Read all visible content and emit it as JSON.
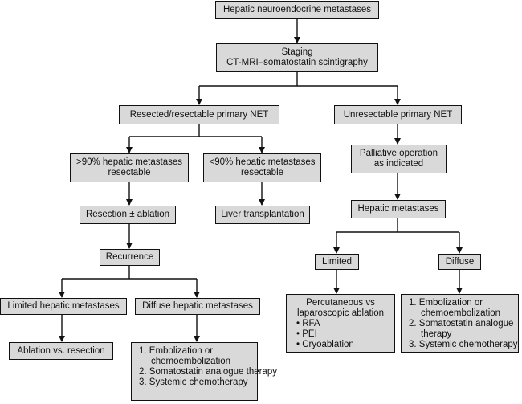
{
  "diagram": {
    "nodes": {
      "root": {
        "lines": [
          "Hepatic neuroendocrine metastases"
        ]
      },
      "staging": {
        "lines": [
          "Staging",
          "CT-MRI–somatostatin scintigraphy"
        ]
      },
      "resected": {
        "lines": [
          "Resected/resectable primary NET"
        ]
      },
      "unresectable": {
        "lines": [
          "Unresectable primary NET"
        ]
      },
      "gt90": {
        "lines": [
          ">90% hepatic metastases",
          "resectable"
        ]
      },
      "lt90": {
        "lines": [
          "<90% hepatic metastases",
          "resectable"
        ]
      },
      "palliative": {
        "lines": [
          "Palliative operation",
          "as indicated"
        ]
      },
      "resection_ablation": {
        "lines": [
          "Resection ± ablation"
        ]
      },
      "liver_transplant": {
        "lines": [
          "Liver transplantation"
        ]
      },
      "hepatic_mets": {
        "lines": [
          "Hepatic metastases"
        ]
      },
      "recurrence": {
        "lines": [
          "Recurrence"
        ]
      },
      "limited": {
        "lines": [
          "Limited"
        ]
      },
      "diffuse": {
        "lines": [
          "Diffuse"
        ]
      },
      "limited_hepatic": {
        "lines": [
          "Limited hepatic metastases"
        ]
      },
      "diffuse_hepatic": {
        "lines": [
          "Diffuse hepatic metastases"
        ]
      },
      "ablation_vs_resection": {
        "lines": [
          "Ablation vs. resection"
        ]
      },
      "percutaneous": {
        "lines": [
          "Percutaneous vs",
          "laparoscopic ablation"
        ],
        "bullets": [
          "RFA",
          "PEI",
          "Cryoablation"
        ]
      },
      "diffuse_list": {
        "lines": [
          "1. Embolization or",
          "chemoembolization",
          "2. Somatostatin analogue",
          "therapy",
          "3. Systemic chemotherapy"
        ]
      },
      "recur_diffuse_list": {
        "lines": [
          "1. Embolization or",
          "chemoembolization",
          "2. Somatostatin analogue therapy",
          "3. Systemic chemotherapy"
        ]
      }
    },
    "bullet_char": "•"
  }
}
